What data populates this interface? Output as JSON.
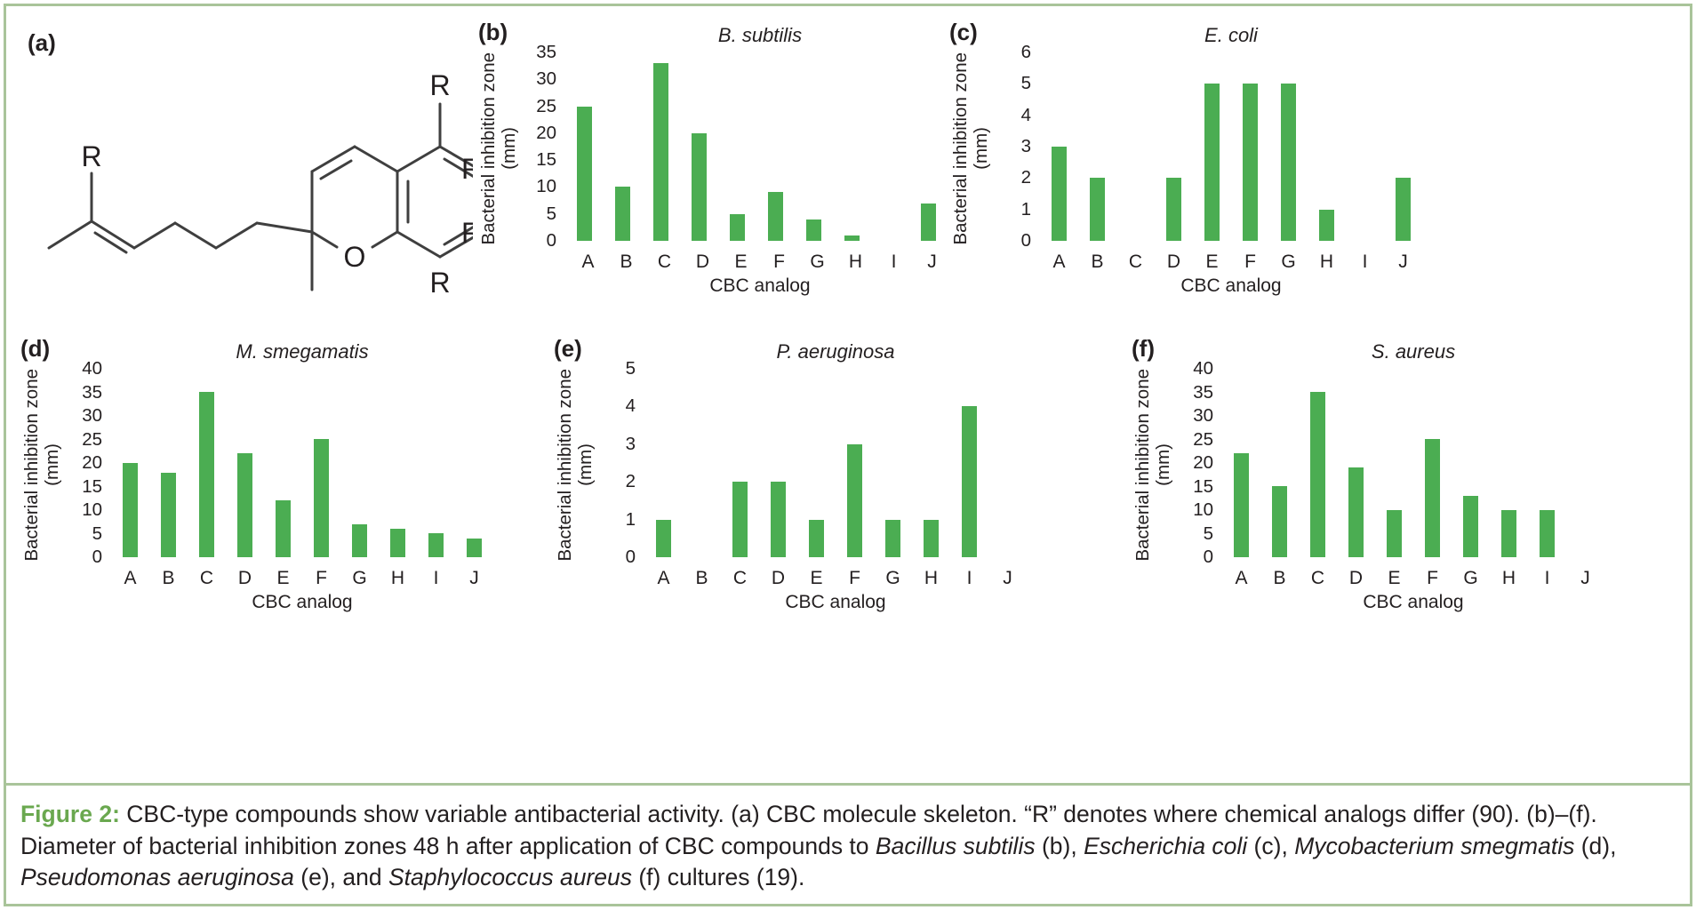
{
  "colors": {
    "bar_green": "#4bad52",
    "frame_green": "#a9c49a",
    "caption_label_green": "#6aa84f",
    "text": "#231f20"
  },
  "molecule": {
    "panel_label": "(a)",
    "r_label": "R",
    "o_label": "O"
  },
  "chart_data": [
    {
      "id": "b",
      "panel_label": "(b)",
      "type": "bar",
      "title": "B. subtilis",
      "categories": [
        "A",
        "B",
        "C",
        "D",
        "E",
        "F",
        "G",
        "H",
        "I",
        "J"
      ],
      "values": [
        25,
        10,
        33,
        20,
        5,
        9,
        4,
        1,
        0,
        7
      ],
      "xlabel": "CBC analog",
      "ylabel": "Bacterial inhibition zone",
      "ylabel_unit": "(mm)",
      "ylim": [
        0,
        35
      ],
      "ytick_step": 5,
      "grid": false,
      "legend": false,
      "bar_color": "#4bad52"
    },
    {
      "id": "c",
      "panel_label": "(c)",
      "type": "bar",
      "title": "E. coli",
      "categories": [
        "A",
        "B",
        "C",
        "D",
        "E",
        "F",
        "G",
        "H",
        "I",
        "J"
      ],
      "values": [
        3,
        2,
        0,
        2,
        5,
        5,
        5,
        1,
        0,
        2
      ],
      "xlabel": "CBC analog",
      "ylabel": "Bacterial inhibition zone",
      "ylabel_unit": "(mm)",
      "ylim": [
        0,
        6
      ],
      "ytick_step": 1,
      "grid": false,
      "legend": false,
      "bar_color": "#4bad52"
    },
    {
      "id": "d",
      "panel_label": "(d)",
      "type": "bar",
      "title": "M. smegamatis",
      "categories": [
        "A",
        "B",
        "C",
        "D",
        "E",
        "F",
        "G",
        "H",
        "I",
        "J"
      ],
      "values": [
        20,
        18,
        35,
        22,
        12,
        25,
        7,
        6,
        5,
        4
      ],
      "xlabel": "CBC analog",
      "ylabel": "Bacterial inhibition zone",
      "ylabel_unit": "(mm)",
      "ylim": [
        0,
        40
      ],
      "ytick_step": 5,
      "grid": false,
      "legend": false,
      "bar_color": "#4bad52"
    },
    {
      "id": "e",
      "panel_label": "(e)",
      "type": "bar",
      "title": "P. aeruginosa",
      "categories": [
        "A",
        "B",
        "C",
        "D",
        "E",
        "F",
        "G",
        "H",
        "I",
        "J"
      ],
      "values": [
        1,
        0,
        2,
        2,
        1,
        3,
        1,
        1,
        4,
        0
      ],
      "xlabel": "CBC analog",
      "ylabel": "Bacterial inhibition zone",
      "ylabel_unit": "(mm)",
      "ylim": [
        0,
        5
      ],
      "ytick_step": 1,
      "grid": false,
      "legend": false,
      "bar_color": "#4bad52"
    },
    {
      "id": "f",
      "panel_label": "(f)",
      "type": "bar",
      "title": "S. aureus",
      "categories": [
        "A",
        "B",
        "C",
        "D",
        "E",
        "F",
        "G",
        "H",
        "I",
        "J"
      ],
      "values": [
        22,
        15,
        35,
        19,
        10,
        25,
        13,
        10,
        10,
        0
      ],
      "xlabel": "CBC analog",
      "ylabel": "Bacterial inhibition zone",
      "ylabel_unit": "(mm)",
      "ylim": [
        0,
        40
      ],
      "ytick_step": 5,
      "grid": false,
      "legend": false,
      "bar_color": "#4bad52"
    }
  ],
  "figure_caption": {
    "label": "Figure 2:",
    "segments": [
      {
        "text": " CBC-type compounds show variable antibacterial activity. (a) CBC molecule skeleton. “R” denotes where chemical analogs differ (90). (b)–(f). Diameter of bacterial inhibition zones 48 h after application of CBC compounds to ",
        "style": "normal"
      },
      {
        "text": "Bacillus subtilis",
        "style": "italic"
      },
      {
        "text": " (b), ",
        "style": "normal"
      },
      {
        "text": "Escherichia coli",
        "style": "italic"
      },
      {
        "text": " (c), ",
        "style": "normal"
      },
      {
        "text": "Mycobacterium smegmatis",
        "style": "italic"
      },
      {
        "text": " (d), ",
        "style": "normal"
      },
      {
        "text": "Pseudomonas aeruginosa",
        "style": "italic"
      },
      {
        "text": " (e), and ",
        "style": "normal"
      },
      {
        "text": "Staphylococcus aureus",
        "style": "italic"
      },
      {
        "text": " (f) cultures (19).",
        "style": "normal"
      }
    ]
  }
}
